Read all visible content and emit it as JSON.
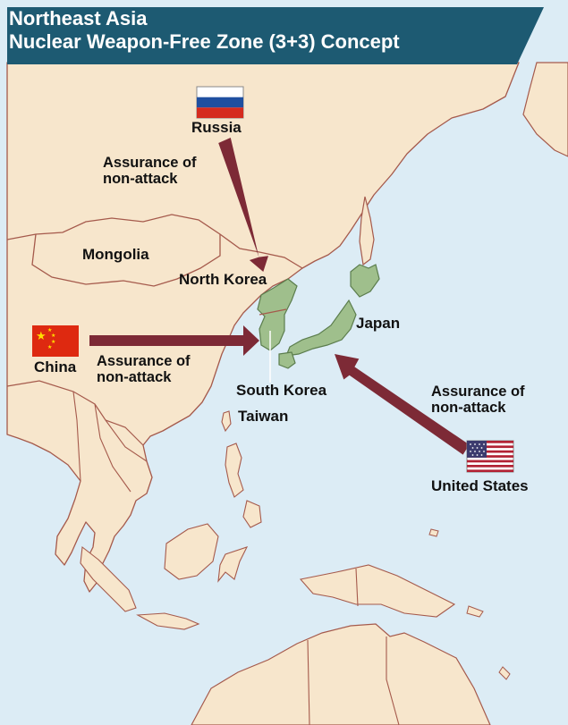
{
  "title": {
    "line1": "Northeast Asia",
    "line2": "Nuclear Weapon-Free Zone (3+3) Concept"
  },
  "countries": {
    "russia": "Russia",
    "mongolia": "Mongolia",
    "north_korea": "North Korea",
    "china": "China",
    "south_korea": "South Korea",
    "taiwan": "Taiwan",
    "japan": "Japan",
    "united_states": "United States"
  },
  "assurances": {
    "russia": {
      "line1": "Assurance of",
      "line2": "non-attack"
    },
    "china": {
      "line1": "Assurance of",
      "line2": "non-attack"
    },
    "united_states": {
      "line1": "Assurance of",
      "line2": "non-attack"
    }
  },
  "colors": {
    "title_bar": "#1d5a72",
    "ocean": "#dcecf5",
    "land": "#f7e6cc",
    "border": "#a55a4c",
    "zone": "#9fbf8c",
    "arrow": "#7d2a36"
  },
  "flags": [
    "russia-flag",
    "china-flag",
    "us-flag"
  ]
}
